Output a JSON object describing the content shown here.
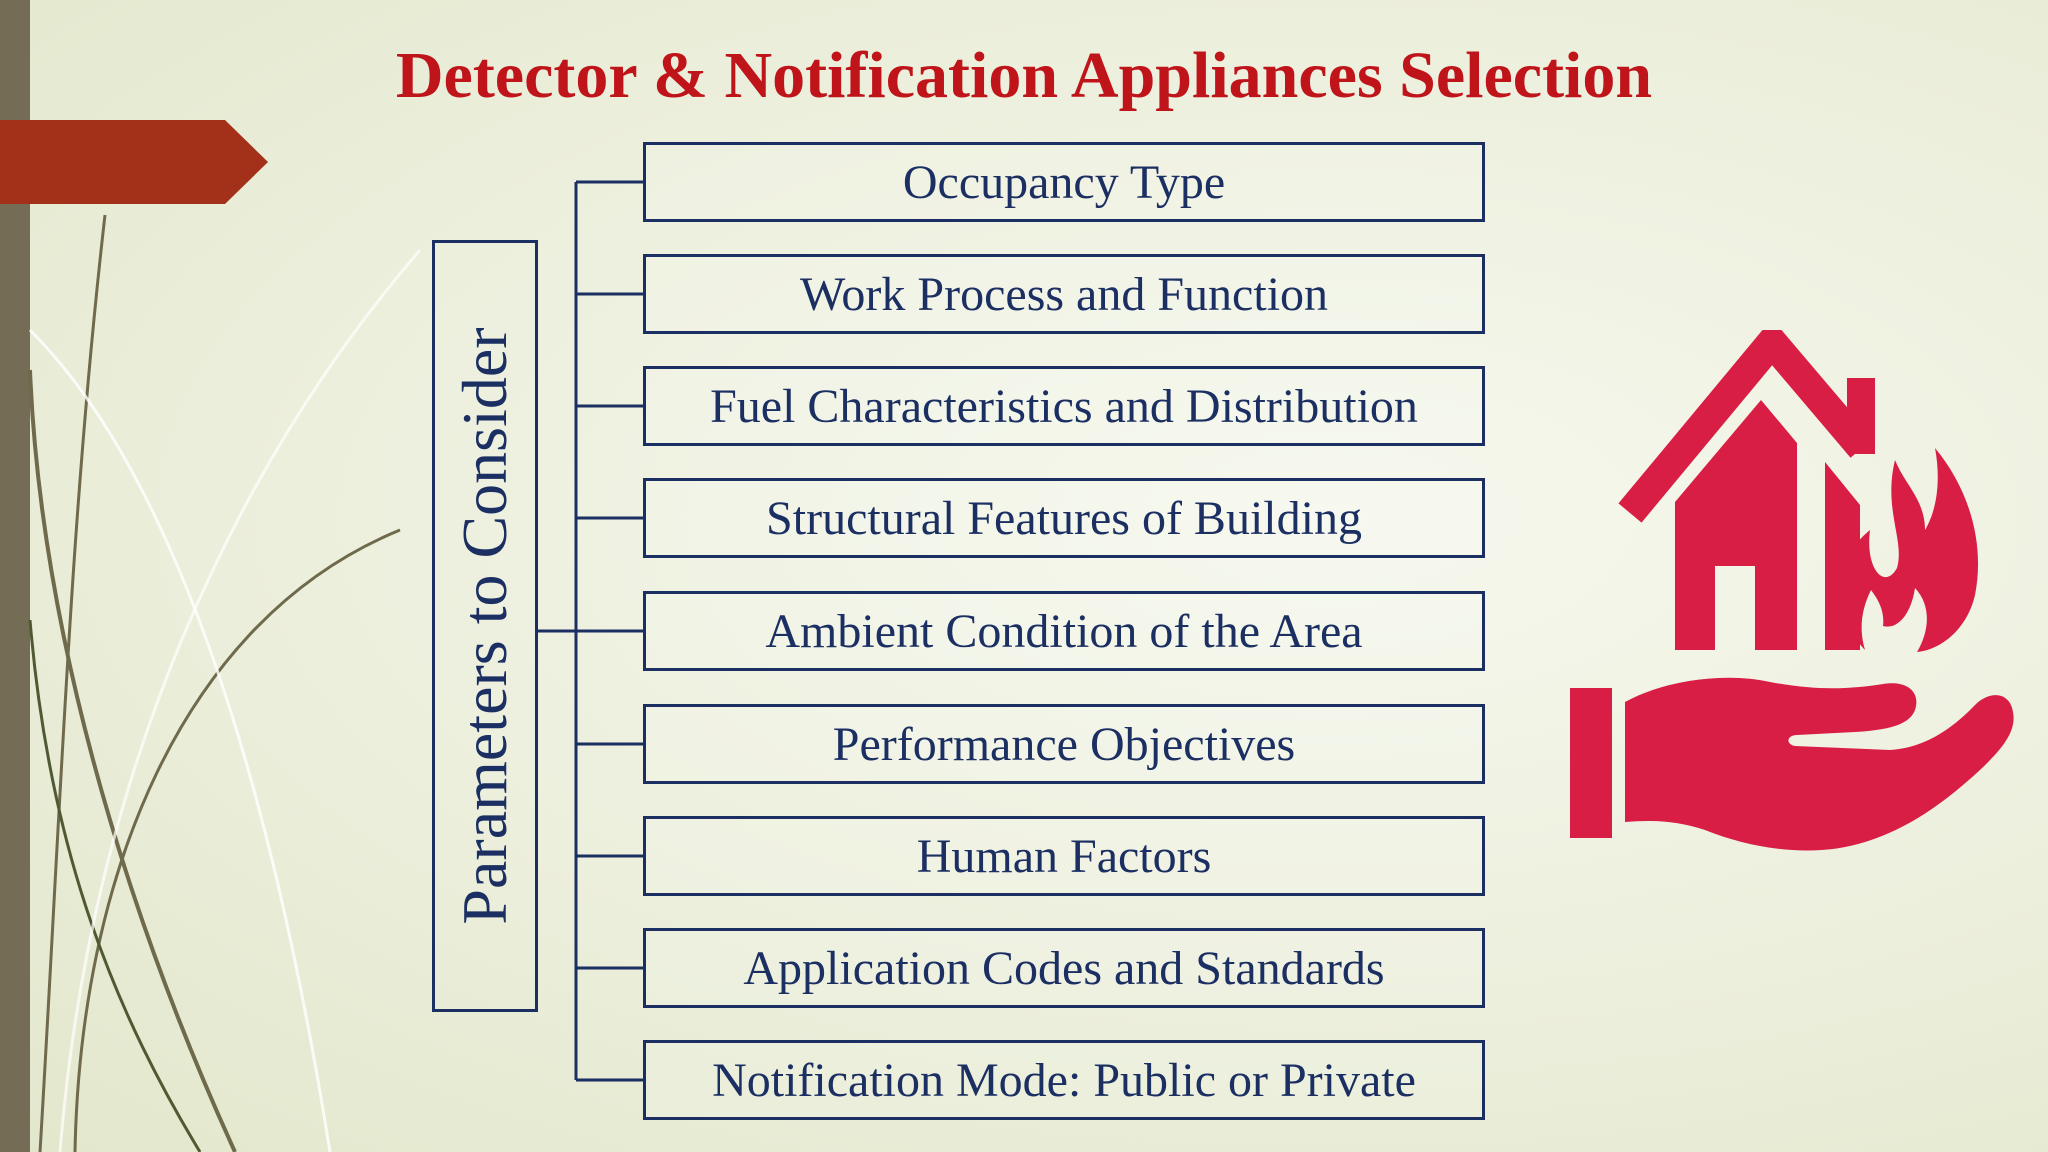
{
  "slide": {
    "title": "Detector & Notification Appliances Selection",
    "accent_color": "#a33119",
    "text_color": "#1b2f62",
    "title_color": "#c0141b",
    "icon_color": "#d91e45"
  },
  "parameters": {
    "label": "Parameters to Consider",
    "items": [
      "Occupancy Type",
      "Work Process and Function",
      "Fuel Characteristics and Distribution",
      "Structural Features of Building",
      "Ambient Condition of the Area",
      "Performance Objectives",
      "Human Factors",
      "Application Codes and Standards",
      "Notification Mode: Public or Private"
    ]
  },
  "icons": {
    "hero": "house-fire-in-hand-icon"
  }
}
